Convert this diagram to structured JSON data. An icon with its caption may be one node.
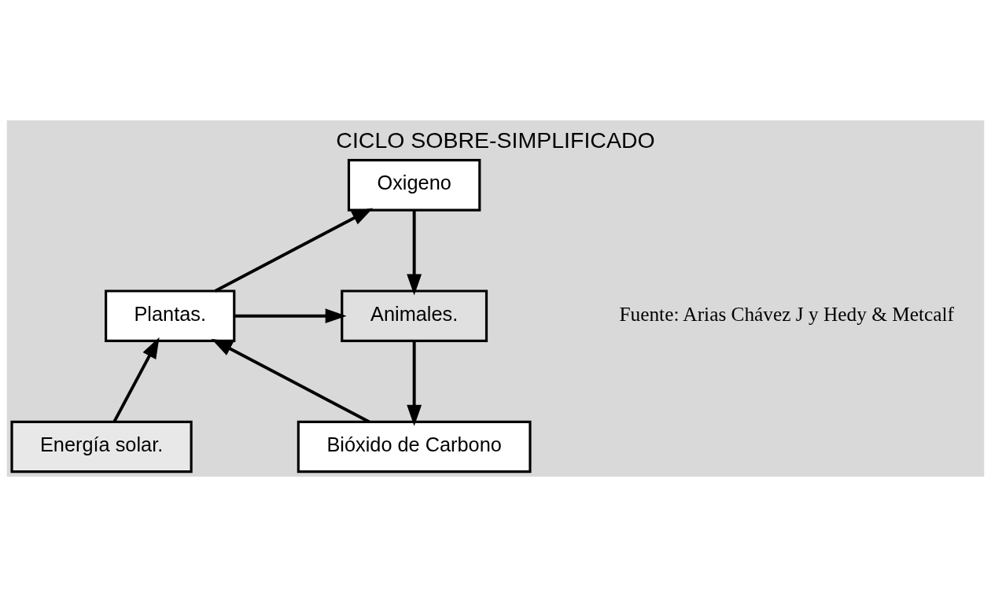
{
  "diagram": {
    "title": "CICLO SOBRE-SIMPLIFICADO",
    "caption": "Fuente: Arias Chávez J y Hedy & Metcalf",
    "nodes": [
      {
        "text": [
          "Energía solar."
        ]
      },
      {
        "text": [
          "Bióxido de Carbono"
        ]
      },
      {
        "text": [
          "Plantas."
        ]
      },
      {
        "text": [
          "Animales."
        ]
      },
      {
        "text": [
          "Oxigeno"
        ]
      }
    ],
    "edges": [
      {
        "from": 0,
        "to": 2,
        "arrow": "to"
      },
      {
        "from": 1,
        "to": 2,
        "arrow": "to"
      },
      {
        "from": 2,
        "to": 3,
        "arrow": "to"
      },
      {
        "from": 3,
        "to": 1,
        "arrow": "to"
      },
      {
        "from": 2,
        "to": 4,
        "arrow": "to"
      },
      {
        "from": 4,
        "to": 3,
        "arrow": "to"
      }
    ]
  }
}
